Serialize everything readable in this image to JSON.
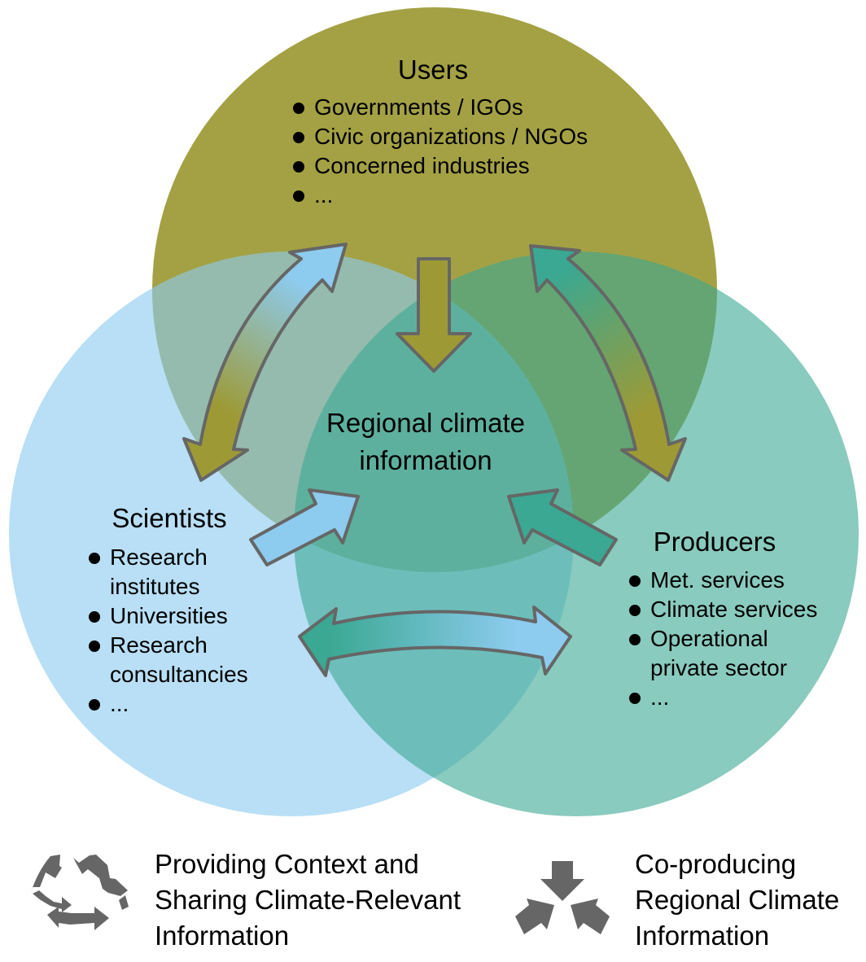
{
  "users": {
    "title": "Users",
    "items": [
      "Governments / IGOs",
      "Civic organizations / NGOs",
      "Concerned industries",
      "..."
    ]
  },
  "scientists": {
    "title": "Scientists",
    "items": [
      "Research institutes",
      "Universities",
      "Research consultancies",
      "..."
    ]
  },
  "producers": {
    "title": "Producers",
    "items": [
      "Met. services",
      "Climate services",
      "Operational private sector",
      "..."
    ]
  },
  "center": {
    "line1": "Regional climate",
    "line2": "information"
  },
  "legend": {
    "context": {
      "line1": "Providing Context and",
      "line2": "Sharing Climate-Relevant",
      "line3": "Information"
    },
    "coproducing": {
      "line1": "Co-producing",
      "line2": "Regional Climate",
      "line3": "Information"
    }
  },
  "colors": {
    "users": "#9d9a36",
    "scientists": "#8dcbef",
    "producers": "#3aa892",
    "arrow_outline": "#666666",
    "legend_icon": "#666666"
  }
}
